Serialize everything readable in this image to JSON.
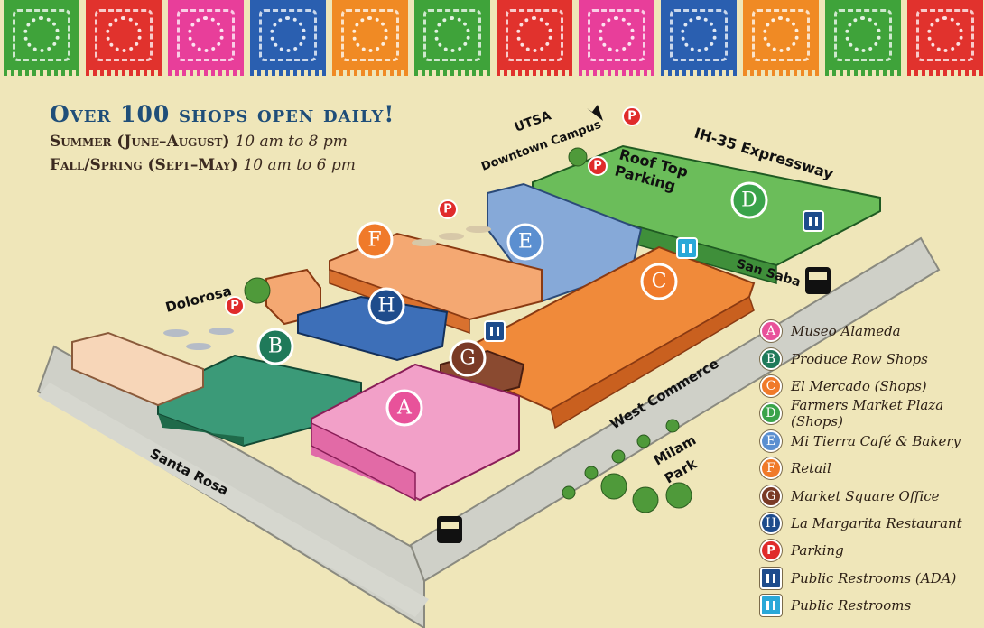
{
  "hours": {
    "title": "Over 100 shops open daily!",
    "summer_label": "Summer (June–August)",
    "summer_times": "10 am to 8 pm",
    "fall_label": "Fall/Spring (Sept–May)",
    "fall_times": "10 am to 6 pm"
  },
  "banner_colors": [
    "#3fa33a",
    "#e1322d",
    "#e83e9a",
    "#2a5fb0",
    "#f08a24",
    "#3fa33a",
    "#e1322d",
    "#e83e9a",
    "#2a5fb0",
    "#f08a24",
    "#3fa33a",
    "#e1322d"
  ],
  "map_labels": {
    "utsa": "UTSA",
    "downtown": "Downtown Campus",
    "expressway": "IH-35 Expressway",
    "roof1": "Roof Top",
    "roof2": "Parking",
    "san_saba": "San Saba",
    "dolorosa": "Dolorosa",
    "west_commerce": "West Commerce",
    "santa_rosa": "Santa Rosa",
    "milam1": "Milam",
    "milam2": "Park"
  },
  "markers": {
    "a": "A",
    "b": "B",
    "c": "C",
    "d": "D",
    "e": "E",
    "f": "F",
    "g": "G",
    "h": "H",
    "p": "P"
  },
  "colors": {
    "A": "#e8529a",
    "B": "#1f7a5a",
    "C": "#f07a2a",
    "D": "#3aa34a",
    "E": "#5b8fd0",
    "F": "#f07a2a",
    "G": "#7a3a26",
    "H": "#1e4c8c",
    "P": "#e02b2b",
    "ADA": "#1e4c8c",
    "RR": "#2aa8d8"
  },
  "legend": [
    {
      "key": "A",
      "label": "Museo Alameda",
      "type": "circle",
      "color": "#e8529a"
    },
    {
      "key": "B",
      "label": "Produce Row Shops",
      "type": "circle",
      "color": "#1f7a5a"
    },
    {
      "key": "C",
      "label": "El Mercado (Shops)",
      "type": "circle",
      "color": "#f07a2a"
    },
    {
      "key": "D",
      "label": "Farmers Market Plaza (Shops)",
      "type": "circle",
      "color": "#3aa34a"
    },
    {
      "key": "E",
      "label": "Mi Tierra Café & Bakery",
      "type": "circle",
      "color": "#5b8fd0"
    },
    {
      "key": "F",
      "label": "Retail",
      "type": "circle",
      "color": "#f07a2a"
    },
    {
      "key": "G",
      "label": "Market Square Office",
      "type": "circle",
      "color": "#7a3a26"
    },
    {
      "key": "H",
      "label": "La Margarita Restaurant",
      "type": "circle",
      "color": "#1e4c8c"
    },
    {
      "key": "P",
      "label": "Parking",
      "type": "p",
      "color": "#e02b2b"
    },
    {
      "key": "",
      "label": "Public Restrooms (ADA)",
      "type": "square",
      "color": "#1e4c8c",
      "icon": "restroom-ada-icon"
    },
    {
      "key": "",
      "label": "Public Restrooms",
      "type": "square",
      "color": "#2aa8d8",
      "icon": "restroom-icon"
    }
  ]
}
